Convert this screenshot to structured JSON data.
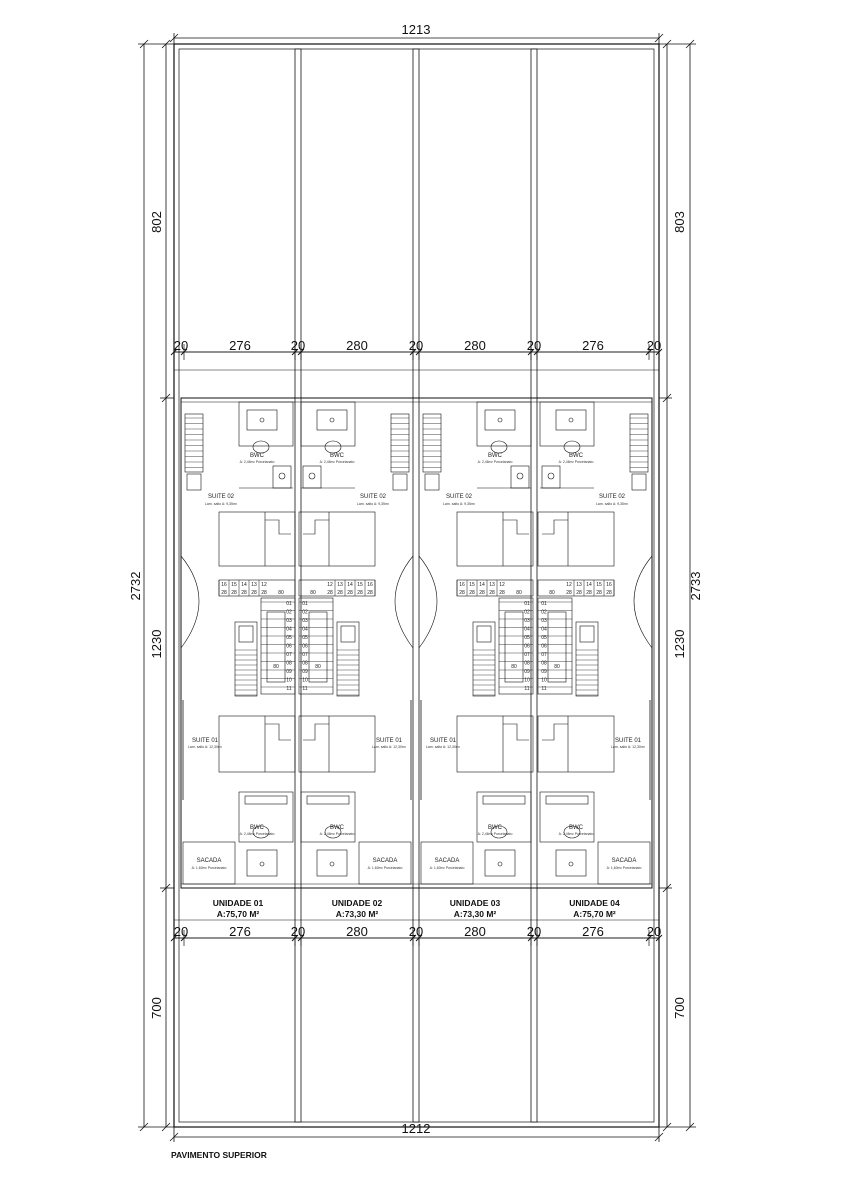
{
  "plan": {
    "title": "PAVIMENTO SUPERIOR",
    "overall": {
      "top_width": "1213",
      "bottom_width": "1212",
      "left_height": "2732",
      "right_height": "2733"
    },
    "segments": {
      "left_top": "802",
      "left_mid": "1230",
      "left_bottom": "700",
      "right_top": "803",
      "right_mid": "1230",
      "right_bottom": "700"
    },
    "lot_widths": {
      "wall": "20",
      "lot1": "276",
      "lot2": "280",
      "lot3": "280",
      "lot4": "276"
    },
    "units": [
      {
        "name": "UNIDADE 01",
        "area": "A:75,70 M²",
        "rooms": {
          "suite2": "SUITE 02",
          "suite1": "SUITE 01",
          "bwc_top": "BWC",
          "bwc_bottom": "BWC",
          "sacada": "SACADA",
          "suite2_meta": "Lam. salto  A: 9,35m²",
          "suite1_meta": "Lam. salto  A: 12,30m²",
          "bwc_meta": "A: 2,46m²  Porcelanato",
          "sacada_meta": "A: 1,60m²  Porcelanato"
        }
      },
      {
        "name": "UNIDADE 02",
        "area": "A:73,30 M²",
        "rooms": {
          "suite2": "SUITE 02",
          "suite1": "SUITE 01",
          "bwc_top": "BWC",
          "bwc_bottom": "BWC",
          "sacada": "SACADA",
          "suite2_meta": "Lam. salto  A: 9,35m²",
          "suite1_meta": "Lam. salto  A: 12,30m²",
          "bwc_meta": "A: 2,46m²  Porcelanato",
          "sacada_meta": "A: 1,60m²  Porcelanato"
        }
      },
      {
        "name": "UNIDADE 03",
        "area": "A:73,30 M²",
        "rooms": {
          "suite2": "SUITE 02",
          "suite1": "SUITE 01",
          "bwc_top": "BWC",
          "bwc_bottom": "BWC",
          "sacada": "SACADA",
          "suite2_meta": "Lam. salto  A: 9,35m²",
          "suite1_meta": "Lam. salto  A: 12,30m²",
          "bwc_meta": "A: 2,46m²  Porcelanato",
          "sacada_meta": "A: 1,60m²  Porcelanato"
        }
      },
      {
        "name": "UNIDADE 04",
        "area": "A:75,70 M²",
        "rooms": {
          "suite2": "SUITE 02",
          "suite1": "SUITE 01",
          "bwc_top": "BWC",
          "bwc_bottom": "BWC",
          "sacada": "SACADA",
          "suite2_meta": "Lam. salto  A: 9,35m²",
          "suite1_meta": "Lam. salto  A: 12,30m²",
          "bwc_meta": "A: 2,46m²  Porcelanato",
          "sacada_meta": "A: 1,60m²  Porcelanato"
        }
      }
    ],
    "stairs": {
      "tread": "28",
      "landing": "80",
      "steps_a": [
        "16",
        "15",
        "14",
        "13",
        "12"
      ],
      "steps_b": [
        "01",
        "02",
        "03",
        "04",
        "05",
        "06",
        "07",
        "08",
        "09",
        "10",
        "11"
      ]
    },
    "colors": {
      "line": "#111111",
      "wall_hatch": "#555555"
    }
  }
}
